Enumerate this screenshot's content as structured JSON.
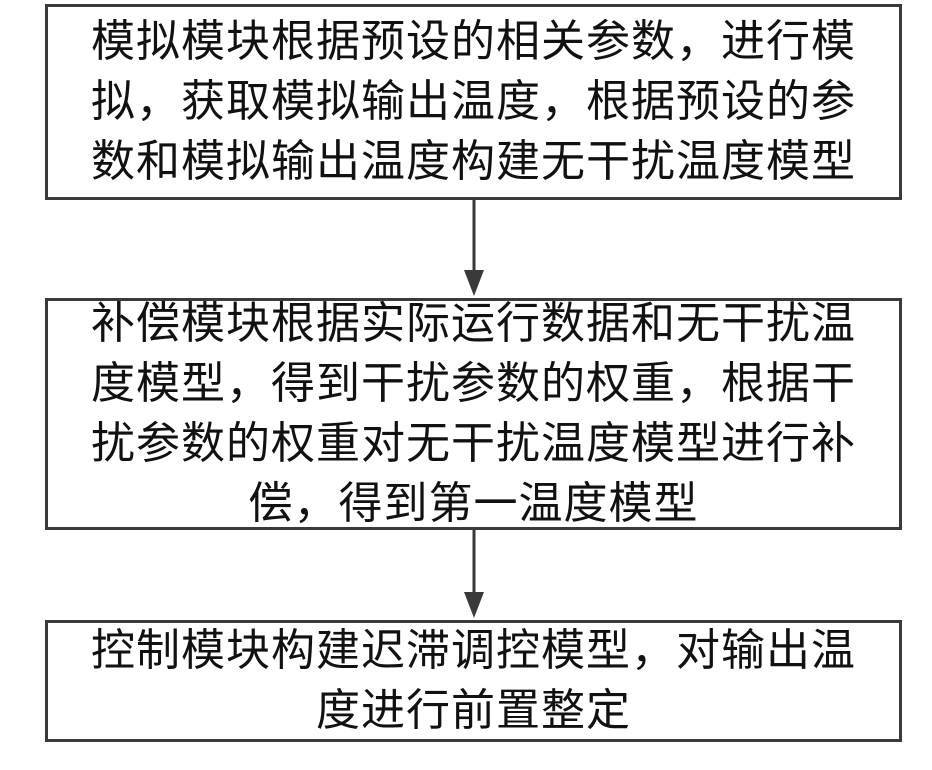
{
  "steps": [
    {
      "lines": [
        "模拟模块根据预设的相关参数，进行模",
        "拟，获取模拟输出温度，根据预设的参",
        "数和模拟输出温度构建无干扰温度模型"
      ]
    },
    {
      "lines": [
        "补偿模块根据实际运行数据和无干扰温",
        "度模型，得到干扰参数的权重，根据干",
        "扰参数的权重对无干扰温度模型进行补",
        "偿，得到第一温度模型"
      ]
    },
    {
      "lines": [
        "控制模块构建迟滞调控模型，对输出温",
        "度进行前置整定"
      ]
    }
  ],
  "colors": {
    "border": "#3a3a3a",
    "arrow": "#3a3a3a",
    "text": "#111111"
  }
}
